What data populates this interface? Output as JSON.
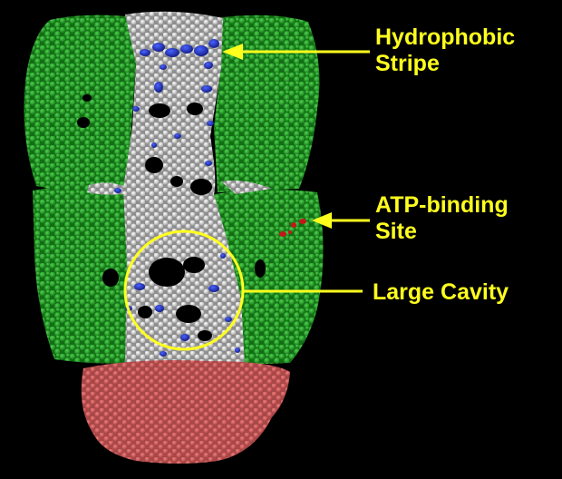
{
  "figure": {
    "background": "#000000",
    "subject": "chaperonin-complex-space-filling-model",
    "colors": {
      "ring_subunits": "#1fa31f",
      "central_lining": "#d8d8d8",
      "hydrophobic_residues": "#1c32c8",
      "cap": "#d96060",
      "atp_site": "#c01818",
      "annotation": "#ffff1e"
    }
  },
  "annotations": {
    "hydrophobic_stripe": {
      "line1": "Hydrophobic",
      "line2": "Stripe"
    },
    "atp_binding_site": {
      "line1": "ATP-binding",
      "line2": "Site"
    },
    "large_cavity": {
      "line1": "Large Cavity"
    }
  }
}
